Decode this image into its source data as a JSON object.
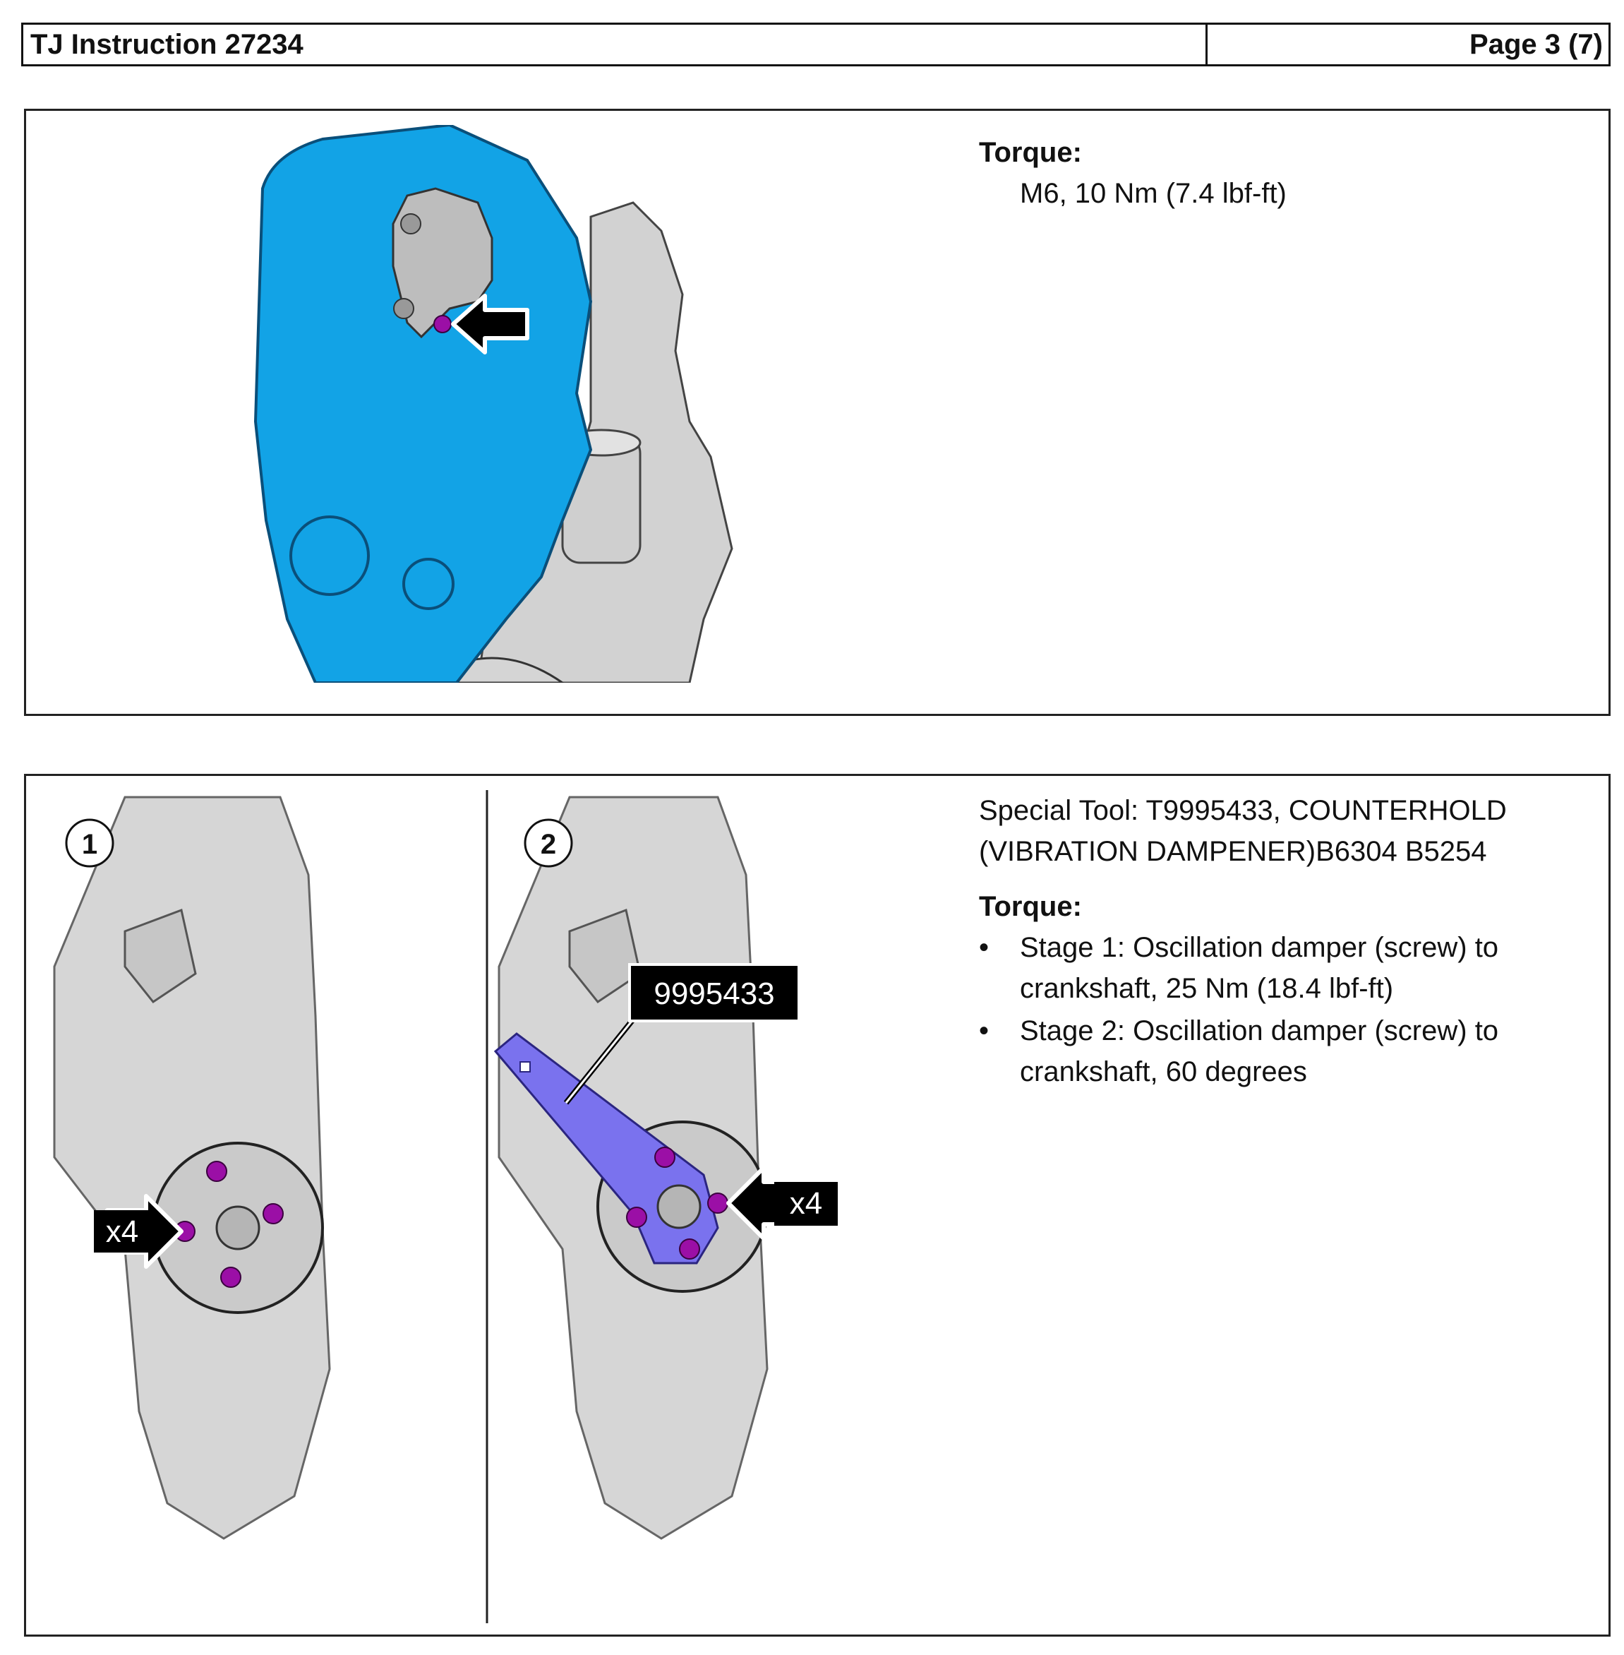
{
  "header": {
    "title": "TJ Instruction 27234",
    "page": "Page 3 (7)"
  },
  "panel1": {
    "torque_heading": "Torque:",
    "torque_value": "M6,  10 Nm (7.4 lbf-ft)"
  },
  "panel2": {
    "special_tool": "Special Tool: T9995433, COUNTERHOLD (VIBRATION DAMPENER)B6304 B5254",
    "torque_heading": "Torque:",
    "bullets": [
      "Stage 1: Oscillation damper (screw) to crankshaft, 25 Nm (18.4 lbf-ft)",
      "Stage 2: Oscillation damper (screw) to crankshaft, 60 degrees"
    ],
    "figure": {
      "step1_label": "1",
      "step2_label": "2",
      "count_label_left": "x4",
      "count_label_right": "x4",
      "tool_number": "9995433"
    }
  },
  "colors": {
    "timing_cover": "#12a3e6",
    "tool": "#7a72ee",
    "bolt": "#9b0fa6",
    "engine_gray": "#cfcfcf"
  }
}
